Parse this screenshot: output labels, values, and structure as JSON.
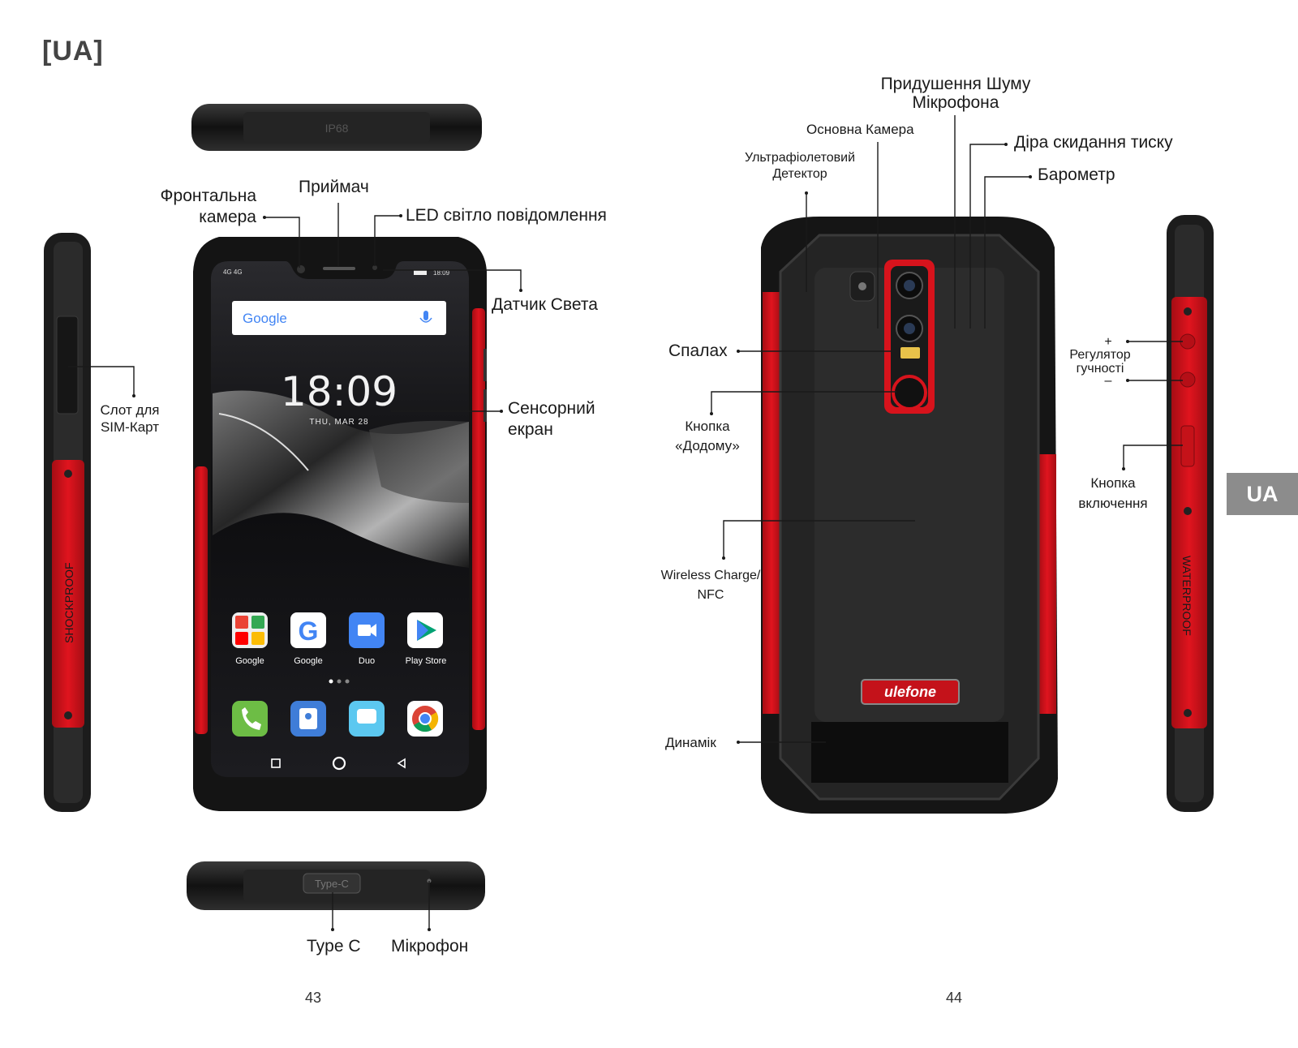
{
  "heading": "[UA]",
  "lang_tab": "UA",
  "page_numbers": {
    "left": "43",
    "right": "44"
  },
  "colors": {
    "accent_red": "#e0141e",
    "body_black": "#1b1b1b",
    "tab_gray": "#8c8c8c"
  },
  "front_labels": {
    "front_camera_1": "Фронтальна",
    "front_camera_2": "камера",
    "receiver": "Приймач",
    "led": "LED світло повідомлення",
    "light_sensor": "Датчик Света",
    "touchscreen_1": "Сенсорний",
    "touchscreen_2": "екран",
    "sim_1": "Слот для",
    "sim_2": "SIM-Карт",
    "type_c": "Type C",
    "microphone": "Мікрофон"
  },
  "back_labels": {
    "noise_mic_1": "Придушення Шуму",
    "noise_mic_2": "Мікрофона",
    "main_camera": "Основна Камера",
    "uv_1": "Ультрафіолетовий",
    "uv_2": "Детектор",
    "pressure_hole": "Діра скидання тиску",
    "barometer": "Барометр",
    "flash": "Спалах",
    "home_1": "Кнопка",
    "home_2": "«Додому»",
    "wireless_1": "Wireless Charge/",
    "wireless_2": "NFC",
    "speaker": "Динамік",
    "volume_plus": "+",
    "volume_1": "Регулятор",
    "volume_2": "гучності",
    "volume_minus": "–",
    "power_1": "Кнопка",
    "power_2": "включення"
  },
  "device_text": {
    "top_edge_mark": "IP68",
    "shockproof": "SHOCKPROOF",
    "waterproof": "WATERPROOF",
    "port_label": "Type-C",
    "brand": "ulefone"
  },
  "phone_screen": {
    "time": "18:09",
    "date": "THU, MAR 28",
    "status_time": "18:09",
    "search_brand": "Google",
    "apps_row1": [
      "Google",
      "Google",
      "Duo",
      "Play Store"
    ],
    "icons_row1": [
      "google-folder-icon",
      "google-app-icon",
      "duo-icon",
      "play-store-icon"
    ],
    "icons_row2": [
      "phone-icon",
      "contacts-icon",
      "messages-icon",
      "chrome-icon"
    ]
  }
}
